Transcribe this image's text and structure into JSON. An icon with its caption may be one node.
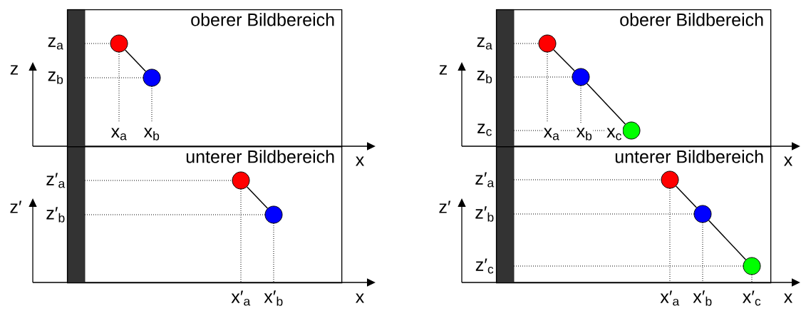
{
  "diagram": {
    "nodes": [
      {
        "text": [
          "oberer Bildbereich"
        ]
      },
      {
        "text": [],
        "shape": "circle",
        "in": 0
      },
      {
        "text": [],
        "shape": "circle",
        "in": 0
      },
      {
        "text": [
          "unterer Bildbereich"
        ]
      },
      {
        "text": [],
        "shape": "circle",
        "in": 3
      },
      {
        "text": [],
        "shape": "circle",
        "in": 3
      },
      {
        "text": [
          "oberer Bildbereich"
        ]
      },
      {
        "text": [],
        "shape": "circle",
        "in": 6
      },
      {
        "text": [],
        "shape": "circle",
        "in": 6
      },
      {
        "text": [],
        "shape": "circle",
        "in": 6
      },
      {
        "text": [
          "unterer Bildbereich"
        ]
      },
      {
        "text": [],
        "shape": "circle",
        "in": 10
      },
      {
        "text": [],
        "shape": "circle",
        "in": 10
      },
      {
        "text": [],
        "shape": "circle",
        "in": 10
      },
      {
        "text": [],
        "shape": "bar"
      },
      {
        "text": [],
        "shape": "bar"
      }
    ],
    "edges": [
      {
        "from": 1,
        "to": 2,
        "arrow": "none"
      },
      {
        "from": 4,
        "to": 5,
        "arrow": "none"
      },
      {
        "from": 7,
        "to": 8,
        "arrow": "none"
      },
      {
        "from": 8,
        "to": 9,
        "arrow": "none"
      },
      {
        "from": 11,
        "to": 12,
        "arrow": "none"
      },
      {
        "from": 12,
        "to": 13,
        "arrow": "none"
      }
    ],
    "labels": [
      "z$_{a}$",
      "z",
      "z$_{b}$",
      "x$_{a}$",
      "x$_{b}$",
      "x",
      "z′$_{a}$",
      "z′",
      "z′$_{b}$",
      "x′$_{a}$",
      "x′$_{b}$",
      "x",
      "z$_{a}$",
      "z",
      "z$_{b}$",
      "z$_{c}$",
      "x$_{a}$",
      "x$_{b}$",
      "x$_{c}$",
      "x",
      "z′$_{a}$",
      "z′",
      "z′$_{b}$",
      "z′$_{c}$",
      "x′$_{a}$",
      "x′$_{b}$",
      "x′$_{c}$",
      "x"
    ]
  }
}
